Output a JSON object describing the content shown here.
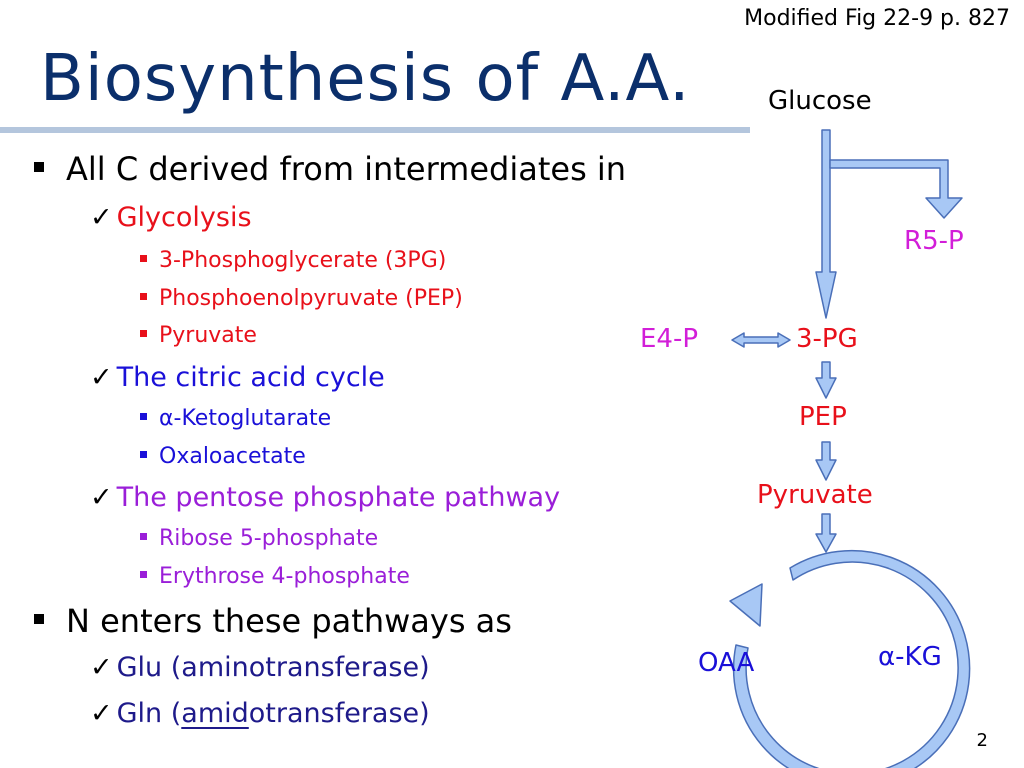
{
  "header": {
    "title": "Biosynthesis of A.A.",
    "source": "Modified Fig 22-9 p. 827"
  },
  "content": {
    "b1": "All C derived from intermediates in",
    "glycolysis": "Glycolysis",
    "g1": "3-Phosphoglycerate (3PG)",
    "g2": "Phosphoenolpyruvate (PEP)",
    "g3": "Pyruvate",
    "tca": "The citric acid cycle",
    "t1_alpha": "α",
    "t1_rest": "-Ketoglutarate",
    "t2": "Oxaloacetate",
    "ppp": "The pentose phosphate pathway",
    "p1": "Ribose 5-phosphate",
    "p2": "Erythrose 4-phosphate",
    "b2": "N enters these pathways as",
    "n1": "Glu (aminotransferase)",
    "n2_a": "Gln (",
    "n2_b": "amid",
    "n2_c": "otransferase)"
  },
  "diagram": {
    "glucose": "Glucose",
    "r5p": "R5-P",
    "e4p": "E4-P",
    "pg3": "3-PG",
    "pep": "PEP",
    "pyruvate": "Pyruvate",
    "oaa": "OAA",
    "akg_alpha": "α",
    "akg_rest": "-KG"
  },
  "footer": {
    "slide_number": "2"
  },
  "colors": {
    "title": "#0b2f6b",
    "red": "#e8101a",
    "blue": "#1a10d8",
    "purple": "#9a1ed8",
    "arrow_fill": "#a8c8f5",
    "arrow_stroke": "#4a6fb8",
    "rule": "#b4c6dd"
  }
}
